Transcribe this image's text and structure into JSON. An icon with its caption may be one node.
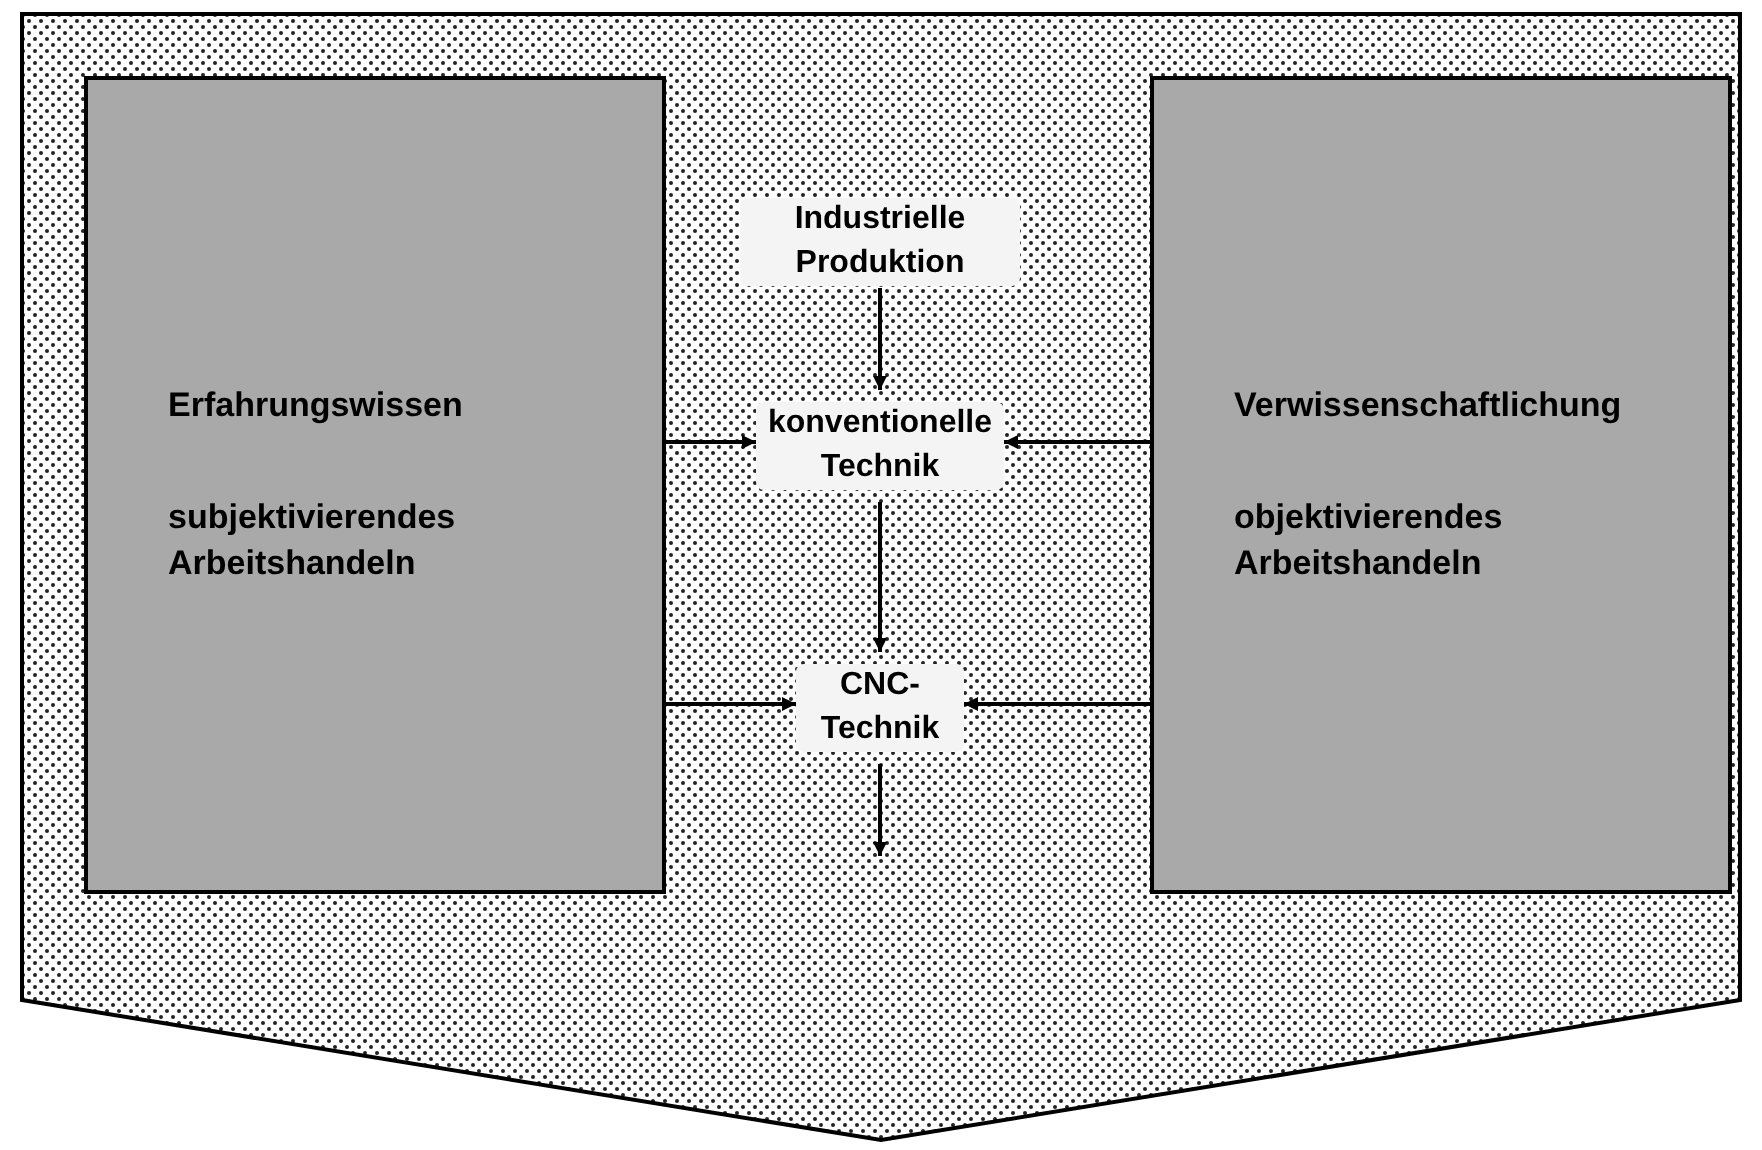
{
  "diagram": {
    "nodes": [
      {
        "text": [],
        "shape": "chevron"
      },
      {
        "text": [
          "Erfahrungswissen",
          "subjektivierendes Arbeitshandeln"
        ],
        "in": 0
      },
      {
        "text": [
          "Industrielle Produktion"
        ],
        "in": 0
      },
      {
        "text": [
          "konventionelle Technik"
        ],
        "in": 0
      },
      {
        "text": [
          "CNC-Technik"
        ],
        "in": 0
      },
      {
        "text": [
          "Verwissenschaftlichung",
          "objektivierendes Arbeitshandeln"
        ],
        "in": 0
      }
    ],
    "edges": [
      {
        "from": 2,
        "to": 3,
        "arrow": "to"
      },
      {
        "from": 1,
        "to": 3,
        "arrow": "to"
      },
      {
        "from": 5,
        "to": 3,
        "arrow": "to"
      },
      {
        "from": 3,
        "to": 4,
        "arrow": "to"
      },
      {
        "from": 1,
        "to": 4,
        "arrow": "to"
      },
      {
        "from": 5,
        "to": 4,
        "arrow": "to"
      },
      {
        "from": 4,
        "to": null,
        "arrow": "to"
      }
    ]
  }
}
